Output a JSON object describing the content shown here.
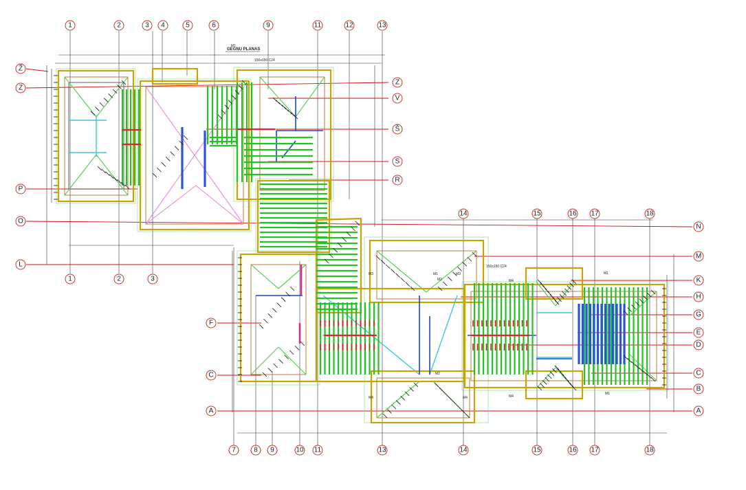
{
  "plan": {
    "title": "GEGNU PLANAS",
    "beam_labels": [
      "M1",
      "M1",
      "M1",
      "M1",
      "M2",
      "M2",
      "M3",
      "M3",
      "M4",
      "M4",
      "M4",
      "M4"
    ],
    "note_labels": [
      "150x150 C24",
      "150x150 C24"
    ]
  },
  "grid": {
    "top": [
      {
        "label": "1"
      },
      {
        "label": "2"
      },
      {
        "label": "3"
      },
      {
        "label": "4"
      },
      {
        "label": "5"
      },
      {
        "label": "6"
      },
      {
        "label": "9"
      },
      {
        "label": "11"
      },
      {
        "label": "12"
      },
      {
        "label": "13"
      }
    ],
    "upper_bottom": [
      {
        "label": "1"
      },
      {
        "label": "2"
      },
      {
        "label": "3"
      }
    ],
    "mid_top": [
      {
        "label": "14"
      },
      {
        "label": "15"
      },
      {
        "label": "16"
      },
      {
        "label": "17"
      },
      {
        "label": "18"
      }
    ],
    "bottom": [
      {
        "label": "7"
      },
      {
        "label": "8"
      },
      {
        "label": "9"
      },
      {
        "label": "10"
      },
      {
        "label": "11"
      },
      {
        "label": "13"
      },
      {
        "label": "14"
      },
      {
        "label": "15"
      },
      {
        "label": "16"
      },
      {
        "label": "17"
      },
      {
        "label": "18"
      }
    ],
    "left": [
      {
        "label": "Ž"
      },
      {
        "label": "Z"
      },
      {
        "label": "P"
      },
      {
        "label": "O"
      },
      {
        "label": "L"
      },
      {
        "label": "F"
      },
      {
        "label": "C"
      },
      {
        "label": "A"
      }
    ],
    "right": [
      {
        "label": "Z"
      },
      {
        "label": "V"
      },
      {
        "label": "Š"
      },
      {
        "label": "S"
      },
      {
        "label": "R"
      },
      {
        "label": "N"
      },
      {
        "label": "M"
      },
      {
        "label": "K"
      },
      {
        "label": "H"
      },
      {
        "label": "G"
      },
      {
        "label": "E"
      },
      {
        "label": "D"
      },
      {
        "label": "C"
      },
      {
        "label": "B"
      },
      {
        "label": "A"
      }
    ]
  },
  "colors": {
    "rafters": "#22c322",
    "beams_red": "#e5202b",
    "beams_blue": "#1844d6",
    "walls": "#c9a400",
    "grid_lines": "#d01010",
    "hips": "#e58ad8"
  }
}
